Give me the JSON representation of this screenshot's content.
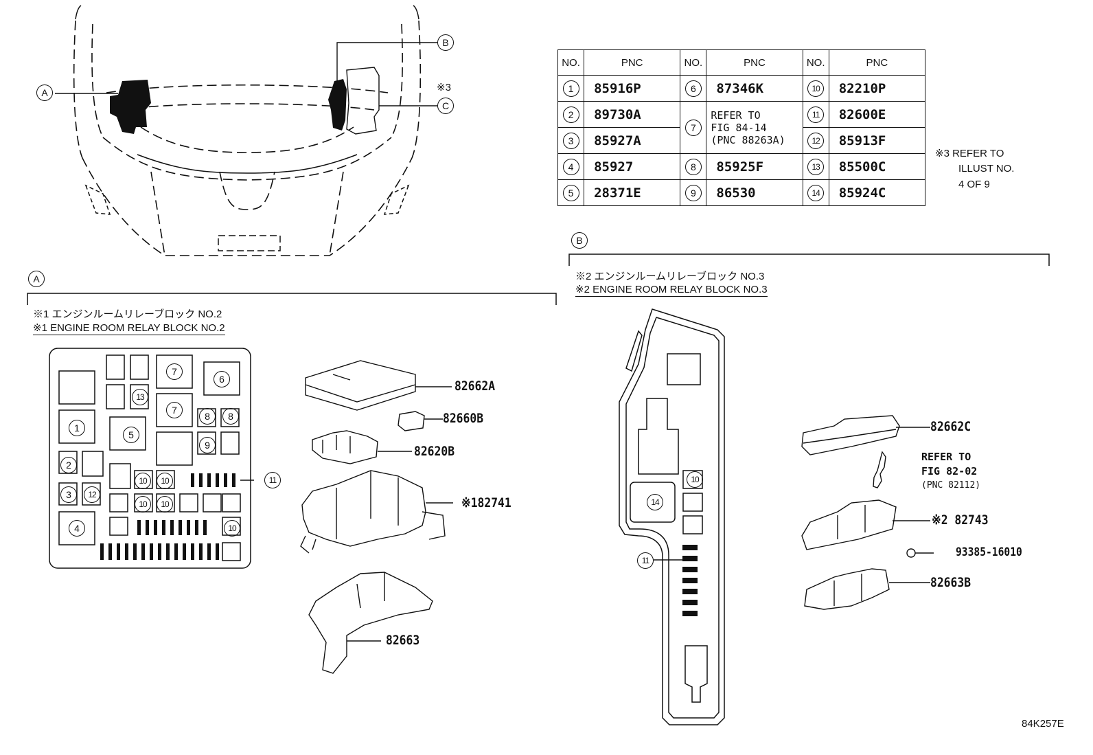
{
  "table": {
    "headers": [
      "NO.",
      "PNC",
      "NO.",
      "PNC",
      "NO.",
      "PNC"
    ],
    "col1": [
      {
        "no": "1",
        "pnc": "85916P"
      },
      {
        "no": "2",
        "pnc": "89730A"
      },
      {
        "no": "3",
        "pnc": "85927A"
      },
      {
        "no": "4",
        "pnc": "85927"
      },
      {
        "no": "5",
        "pnc": "28371E"
      }
    ],
    "col2": [
      {
        "no": "6",
        "pnc": "87346K"
      },
      {
        "no": "7",
        "pnc": "REFER TO\nFIG 84-14\n(PNC 88263A)"
      },
      {
        "no": "8",
        "pnc": "85925F"
      },
      {
        "no": "9",
        "pnc": "86530"
      }
    ],
    "col3": [
      {
        "no": "10",
        "pnc": "82210P"
      },
      {
        "no": "11",
        "pnc": "82600E"
      },
      {
        "no": "12",
        "pnc": "85913F"
      },
      {
        "no": "13",
        "pnc": "85500C"
      },
      {
        "no": "14",
        "pnc": "85924C"
      }
    ]
  },
  "note3": {
    "mark": "※3",
    "text_lines": [
      "※3 REFER TO",
      "ILLUST NO.",
      "4 OF 9"
    ]
  },
  "car_view": {
    "callout_a": "A",
    "callout_b": "B",
    "callout_c": "C",
    "mark3": "※3"
  },
  "section_a": {
    "letter": "A",
    "title_jp": "※1 エンジンルームリレーブロック NO.2",
    "title_en": "※1 ENGINE ROOM RELAY BLOCK NO.2",
    "callout_11": "11",
    "slot_labels": [
      "7",
      "6",
      "13",
      "7",
      "8",
      "8",
      "1",
      "5",
      "9",
      "2",
      "10",
      "10",
      "3",
      "12",
      "10",
      "10",
      "4",
      "10"
    ],
    "parts": [
      "82662A",
      "82660B",
      "82620B",
      "※182741",
      "82663"
    ]
  },
  "section_b": {
    "letter": "B",
    "title_jp": "※2 エンジンルームリレーブロック NO.3",
    "title_en": "※2 ENGINE ROOM RELAY BLOCK NO.3",
    "slot_labels": [
      "10",
      "14"
    ],
    "callout_11": "11",
    "parts": [
      "82662C",
      "※2 82743",
      "93385-16010",
      "82663B"
    ],
    "refer": [
      "REFER TO",
      "FIG 82-02",
      "(PNC 82112)"
    ]
  },
  "figure_id": "84K257E"
}
